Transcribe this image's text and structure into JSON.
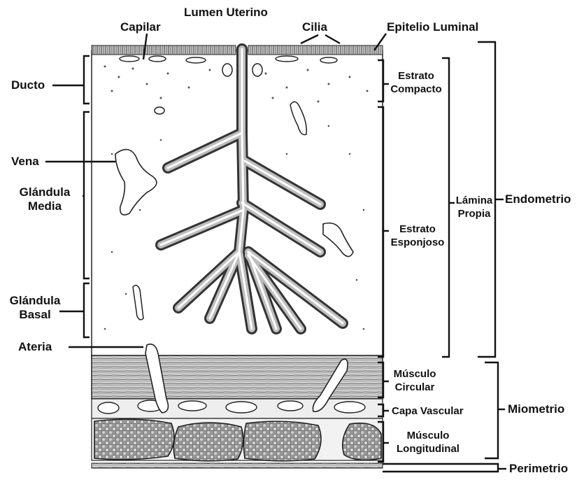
{
  "labels": {
    "lumen": "Lumen Uterino",
    "capilar": "Capilar",
    "cilia": "Cilia",
    "epitelio": "Epitelio Luminal",
    "ducto": "Ducto",
    "vena": "Vena",
    "glandula_media_1": "Glándula",
    "glandula_media_2": "Media",
    "glandula_basal_1": "Glándula",
    "glandula_basal_2": "Basal",
    "ateria": "Ateria",
    "estrato_compacto_1": "Estrato",
    "estrato_compacto_2": "Compacto",
    "estrato_esponjoso_1": "Estrato",
    "estrato_esponjoso_2": "Esponjoso",
    "lamina_1": "Lámina",
    "lamina_2": "Propia",
    "endometrio": "Endometrio",
    "musculo_circular_1": "Músculo",
    "musculo_circular_2": "Circular",
    "capa_vascular": "Capa Vascular",
    "miometrio": "Miometrio",
    "musculo_longitudinal_1": "Músculo",
    "musculo_longitudinal_2": "Longitudinal",
    "perimetrio": "Perimetrio"
  }
}
